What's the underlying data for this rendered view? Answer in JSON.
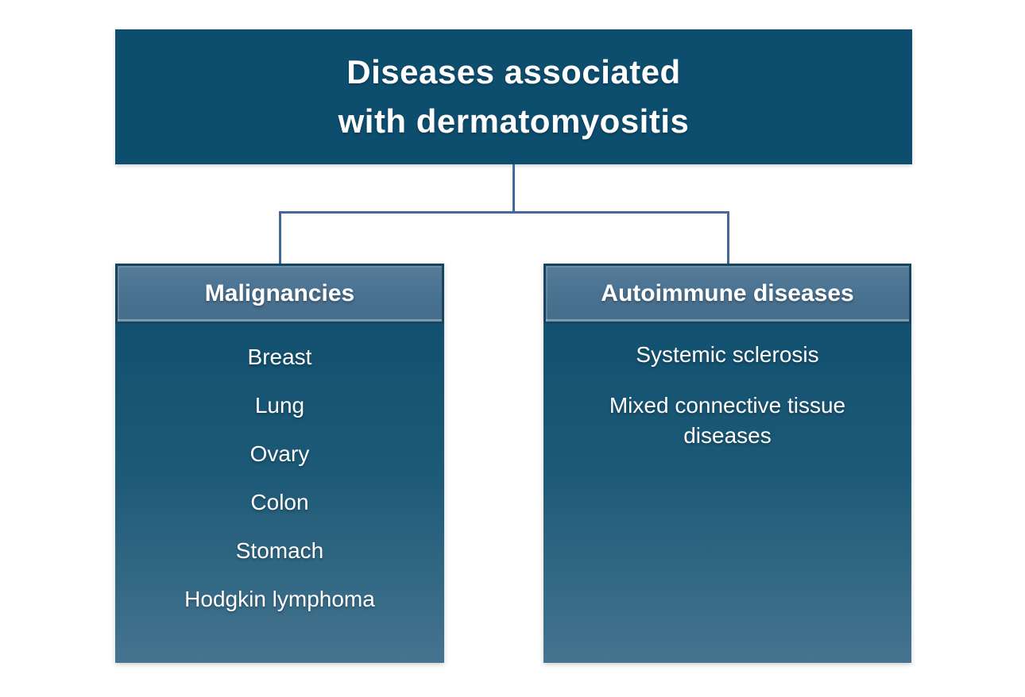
{
  "diagram": {
    "title_box": {
      "lines": [
        "Diseases associated",
        "with dermatomyositis"
      ]
    },
    "columns": [
      {
        "id": "malignancies",
        "header": "Malignancies",
        "items": [
          "Breast",
          "Lung",
          "Ovary",
          "Colon",
          "Stomach",
          "Hodgkin lymphoma"
        ]
      },
      {
        "id": "autoimmune-diseases",
        "header": "Autoimmune diseases",
        "items": [
          "Systemic sclerosis",
          "Mixed connective tissue diseases"
        ]
      }
    ],
    "colors": {
      "background": "#ffffff",
      "title_box_fill": "#0d4e6f",
      "child_header_fill": "#497190",
      "child_header_border": "#16455f",
      "child_body_gradient_top": "#11506f",
      "child_body_gradient_bottom": "#45748f",
      "connector_line": "#44699c",
      "text": "#ffffff"
    }
  }
}
